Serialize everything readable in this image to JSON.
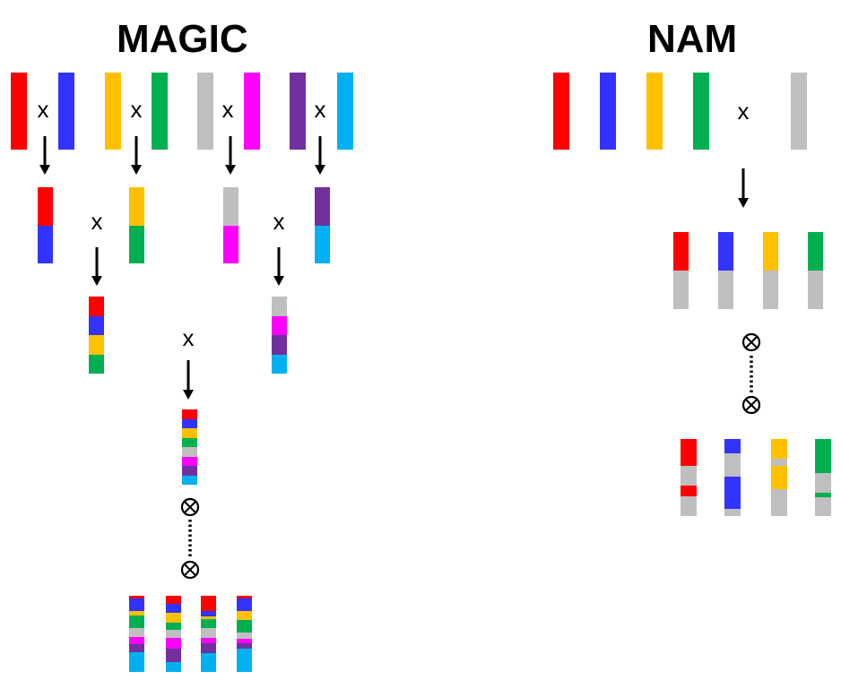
{
  "magic": {
    "title": "MAGIC"
  },
  "nam": {
    "title": "NAM"
  },
  "cross_symbol": "x",
  "selfing_symbol": "⊗",
  "colors": {
    "red": "#FF0000",
    "blue": "#3333FF",
    "yellow": "#FFC000",
    "green": "#00B050",
    "gray": "#BFBFBF",
    "magenta": "#FF00FF",
    "purple": "#7030A0",
    "cyan": "#00B0F0"
  }
}
